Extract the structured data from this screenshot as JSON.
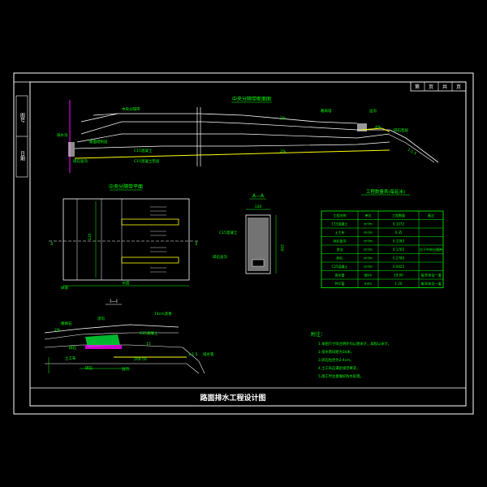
{
  "title_block": {
    "cells": [
      "第",
      "页",
      "共",
      "页"
    ],
    "drawing_title": "路面排水工程设计图"
  },
  "side_strip": [
    "图号",
    "日期"
  ],
  "sections": {
    "cross_section_title": "中央分隔带断面图",
    "plan_title": "中央分隔带平面",
    "detail_aa_title": "A—A",
    "section_11_title": "I—I",
    "table_title": "工程数量表(每延米)"
  },
  "cross_section_labels": {
    "left_a": "中央分隔带",
    "left_b": "排水沟",
    "left_c": "碎石盲沟",
    "slope_mid": "2%",
    "mid_a": "C15混凝土",
    "mid_b": "2%",
    "mid_c": "C15混凝土垫层",
    "mid_d": "路面结构层",
    "right_a": "路肩墙",
    "right_b": "边沟",
    "right_c": "4%",
    "right_d": "碎石垫层",
    "right_slope": "1:1.5"
  },
  "plan_labels": {
    "dim_top": "120",
    "label_mid": "3",
    "label_mid_r": "3",
    "left_note": "纵坡",
    "bottom_dim": "长度"
  },
  "aa_labels": {
    "width": "120",
    "height": "200",
    "side_a": "C15混凝土",
    "side_b": "碎石盲沟"
  },
  "section_11_labels": {
    "a": "路缘石",
    "b": "2%",
    "c": "14cm沥青",
    "d": "渗沟",
    "e": "C25混凝土",
    "f": "碎石",
    "g": "土工布",
    "h": "200 50",
    "i": "15",
    "j": "1:1.5",
    "k": "边沟",
    "l": "碎石",
    "m": "排水管"
  },
  "table": {
    "headers": [
      "工程名称",
      "单位",
      "工程数量",
      "备注"
    ],
    "rows": [
      [
        "C15混凝土",
        "m³/m",
        "0.1072",
        ""
      ],
      [
        "土工布",
        "m²/m",
        "0.35",
        ""
      ],
      [
        "碎石盲沟",
        "m³/m",
        "0.1283",
        ""
      ],
      [
        "渗沟",
        "m³/m",
        "0.1765",
        "位于中央分隔带"
      ],
      [
        "碎石",
        "m³/m",
        "0.2780",
        ""
      ],
      [
        "C25混凝土",
        "m³/m",
        "0.0425",
        ""
      ],
      [
        "排水管",
        "根/m",
        "19.00",
        "每30米设一道"
      ],
      [
        "PVC管",
        "m/m",
        "1.20",
        "每30米设一道"
      ]
    ]
  },
  "notes": {
    "heading": "附注：",
    "items": [
      "1.本图尺寸除注明外均以厘米计，高程以米计。",
      "2.排水管间距为30米。",
      "3.碎石粒径为2-4cm。",
      "4.土工布应满足规范要求。",
      "5.施工时注意做好防水处理。"
    ]
  },
  "colors": {
    "background": "#000000",
    "frame": "#ffffff",
    "text_green": "#00ff00",
    "yellow": "#ffff00",
    "magenta": "#ff00ff",
    "cyan": "#00ffff",
    "blue": "#6666ff"
  }
}
